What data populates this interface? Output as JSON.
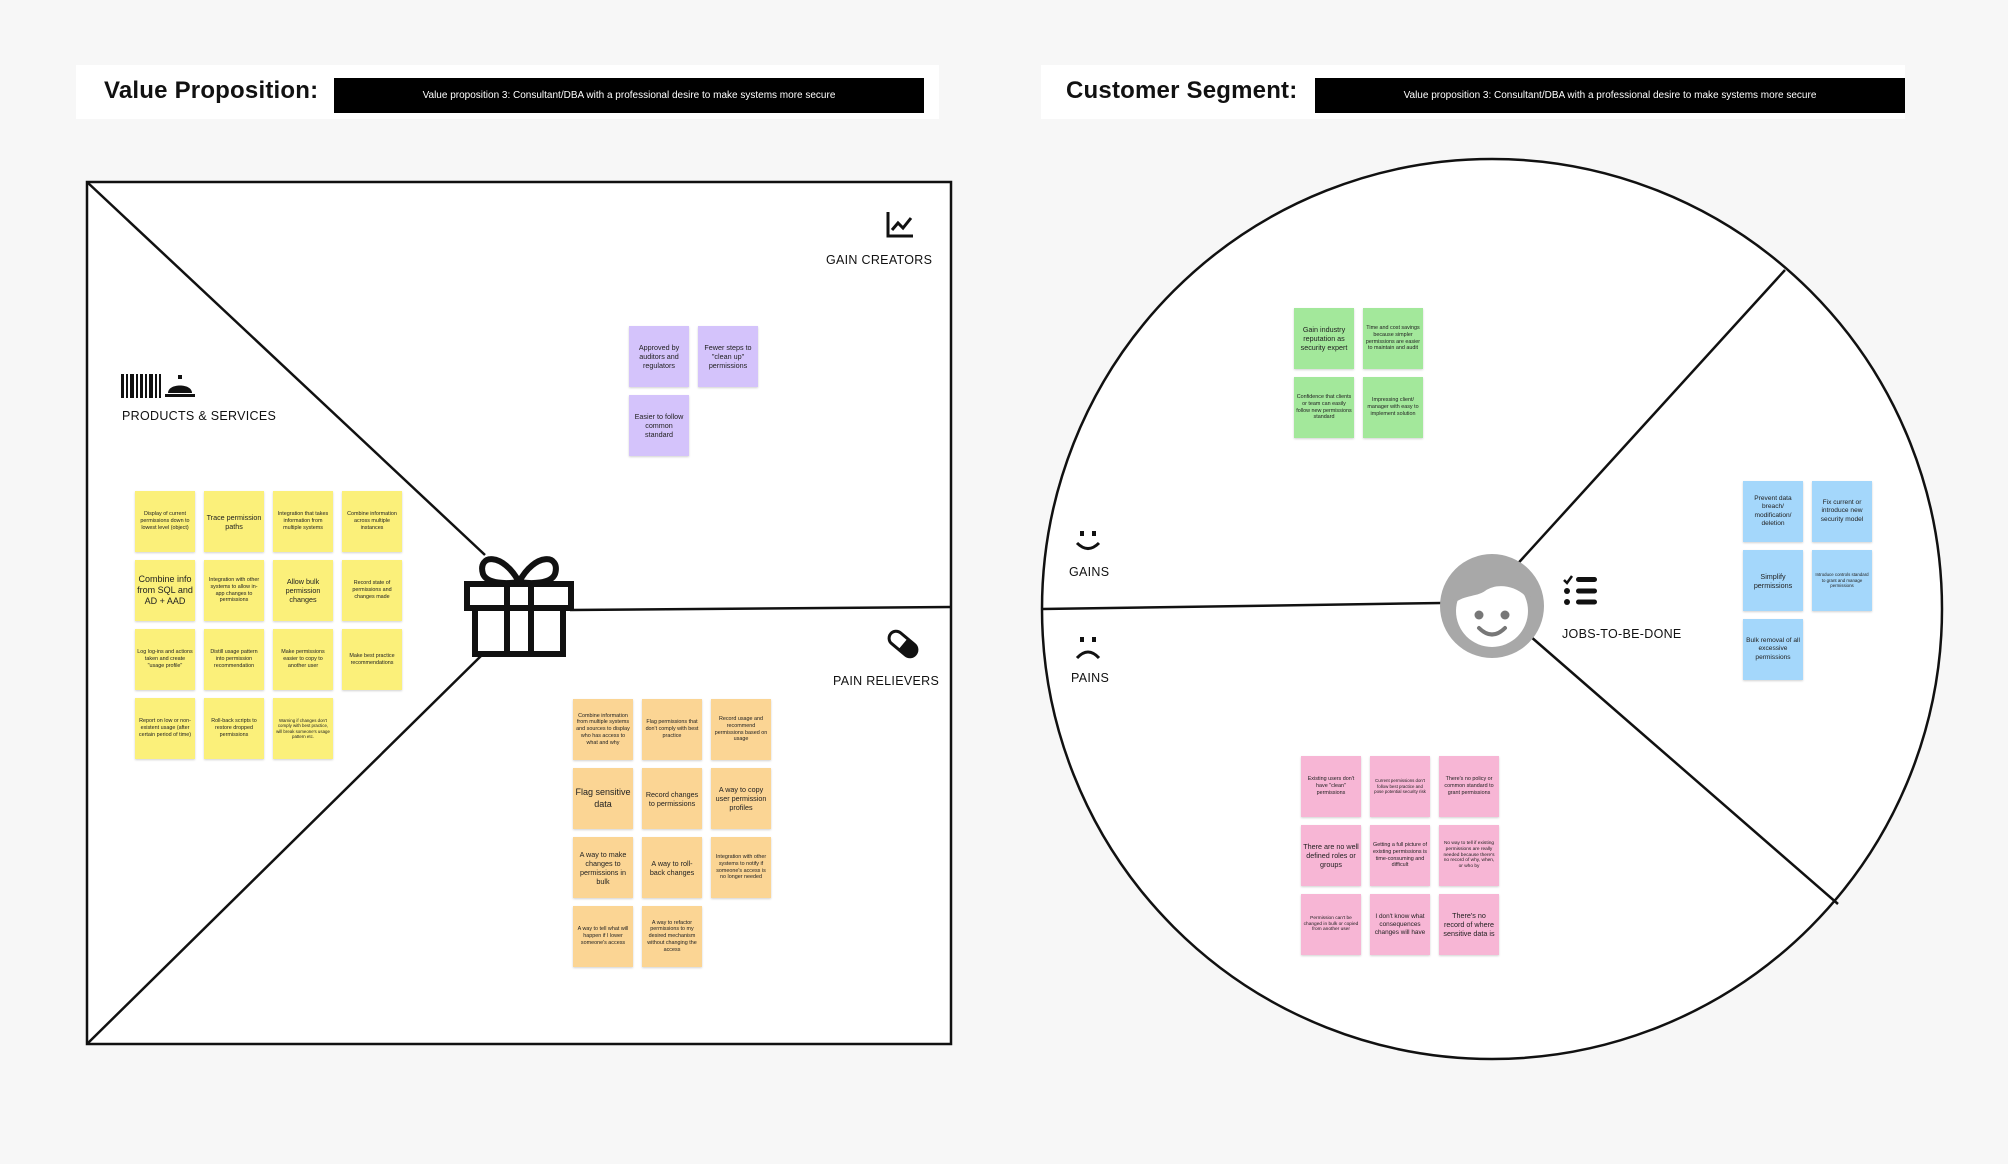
{
  "value_proposition": {
    "title": "Value Proposition:",
    "statement": "Value proposition 3: Consultant/DBA with a professional desire to make systems more secure",
    "sections": {
      "gain_creators": "GAIN CREATORS",
      "products_services": "PRODUCTS & SERVICES",
      "pain_relievers": "PAIN RELIEVERS"
    },
    "products_services_notes": [
      "Display of current permissions down to lowest level (object)",
      "Trace permission paths",
      "Integration that takes information from multiple systems",
      "Combine information across multiple instances",
      "Combine info from SQL and AD + AAD",
      "Integration with other systems to allow in-app changes to permissions",
      "Allow bulk permission changes",
      "Record state of permissions and changes made",
      "Log log-ins and actions taken and create \"usage profile\"",
      "Distill usage pattern into permission recommendation",
      "Make permissions easier to copy to another user",
      "Make best practice recommendations",
      "Report on low or non-existent usage (after certain period of time)",
      "Roll-back scripts to restore dropped permissions",
      "Warning if changes don't comply with best practice, will break someone's usage pattern etc."
    ],
    "gain_creators_notes": [
      "Approved by auditors and regulators",
      "Fewer steps to \"clean up\" permissions",
      "Easier to follow common standard"
    ],
    "pain_relievers_notes": [
      "Combine information from multiple systems and sources to display who has access to what and why",
      "Flag permissions that don't comply with best practice",
      "Record usage and recommend permissions based on usage",
      "Flag sensitive data",
      "Record changes to permissions",
      "A way to copy user permission profiles",
      "A way to make changes to permissions in bulk",
      "A way to roll-back changes",
      "Integration with other systems to notify if someone's access is no longer needed",
      "A way to tell what will happen if I lower someone's access",
      "A way to refactor permissions to my desired mechanism without changing the access"
    ]
  },
  "customer_segment": {
    "title": "Customer Segment:",
    "statement": "Value proposition 3: Consultant/DBA with a professional desire to make systems more secure",
    "sections": {
      "gains": "GAINS",
      "pains": "PAINS",
      "jobs": "JOBS-TO-BE-DONE"
    },
    "gains_notes": [
      "Gain industry reputation as security expert",
      "Time and cost savings because simpler permissions are easier to maintain and audit",
      "Confidence that clients or team can easily follow new permissions standard",
      "Impressing client/ manager with easy to implement solution"
    ],
    "jobs_notes": [
      "Prevent data breach/ modification/ deletion",
      "Fix current or introduce new security model",
      "Simplify permissions",
      "Introduce controls standard to grant and manage permissions",
      "Bulk removal of all excessive permissions"
    ],
    "pains_notes": [
      "Existing users don't have \"clean\" permissions",
      "Current permissions don't follow best practice and pose potential security risk",
      "There's no policy or common standard to grant permissions",
      "There are no well defined roles or groups",
      "Getting a full picture of existing permissions is time-consuming and difficult",
      "No way to tell if existing permissions are really needed because there's no record of why, when, or who by",
      "Permission can't be changed in bulk or copied from another user",
      "I don't know what consequences changes will have",
      "There's no record of where sensitive data is"
    ]
  },
  "icons": {
    "gain_creators": "trend-chart-icon",
    "products_services": "barcode-icon",
    "products_services_2": "service-bell-icon",
    "pain_relievers": "pill-icon",
    "center": "gift-icon",
    "gains": "smile-icon",
    "pains": "frown-icon",
    "jobs": "checklist-icon",
    "avatar": "customer-avatar-icon"
  },
  "colors": {
    "products_services": "#fbf07a",
    "pain_relievers": "#fbd594",
    "gain_creators": "#d4c3fb",
    "gains": "#a3e89b",
    "jobs": "#a4d7fb",
    "pains": "#f7b6d5"
  }
}
